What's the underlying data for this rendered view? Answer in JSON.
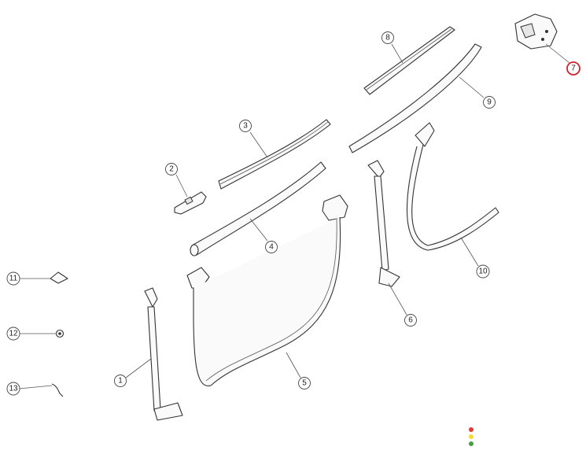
{
  "diagram": {
    "callouts": [
      "1",
      "2",
      "3",
      "4",
      "5",
      "6",
      "7",
      "8",
      "9",
      "10",
      "11",
      "12",
      "13"
    ],
    "selected_callout": "7",
    "selection_color": "#d0202a"
  },
  "status_dots": {
    "colors": [
      "#e53935",
      "#fdd835",
      "#43a047"
    ]
  }
}
